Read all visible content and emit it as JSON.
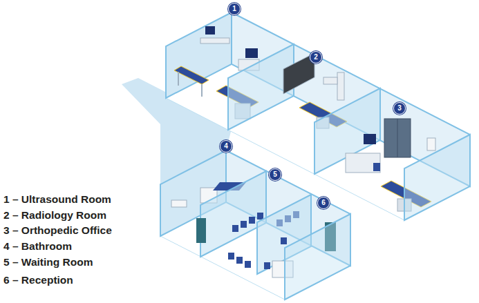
{
  "diagram": {
    "nodes": [
      {
        "text": [
          "1"
        ]
      },
      {
        "text": [
          "2"
        ]
      },
      {
        "text": [
          "3"
        ]
      },
      {
        "text": [
          "4"
        ]
      },
      {
        "text": [
          "5"
        ]
      },
      {
        "text": [
          "6"
        ]
      }
    ],
    "labels": [
      "1 – Ultrasound Room",
      "2 – Radiology Room",
      "3 – Orthopedic Office",
      "4 – Bathroom",
      "5 – Waiting Room",
      "6 – Reception"
    ]
  }
}
